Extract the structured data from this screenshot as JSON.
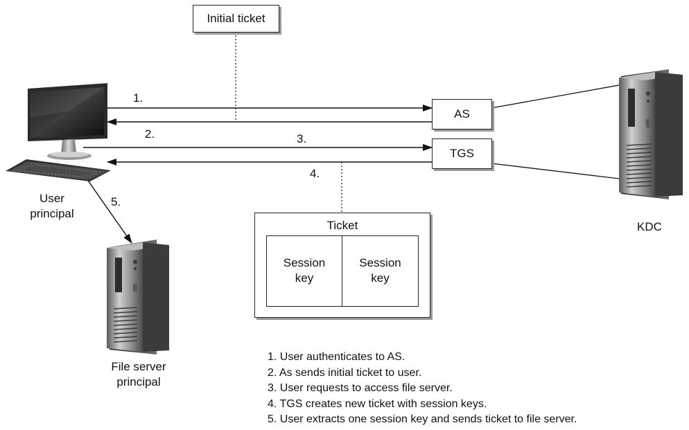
{
  "initial_ticket_label": "Initial ticket",
  "nodes": {
    "as": "AS",
    "tgs": "TGS",
    "kdc": "KDC",
    "user_principal": [
      "User",
      "principal"
    ],
    "file_server_principal": [
      "File server",
      "principal"
    ]
  },
  "step_labels": [
    "1.",
    "2.",
    "3.",
    "4.",
    "5."
  ],
  "ticket": {
    "title": "Ticket",
    "left_key": [
      "Session",
      "key"
    ],
    "right_key": [
      "Session",
      "key"
    ]
  },
  "legend": [
    "1. User authenticates to AS.",
    "2. As sends initial ticket to user.",
    "3. User requests to access file server.",
    "4. TGS creates new ticket with session keys.",
    "5. User extracts one session key and sends ticket to file server."
  ]
}
